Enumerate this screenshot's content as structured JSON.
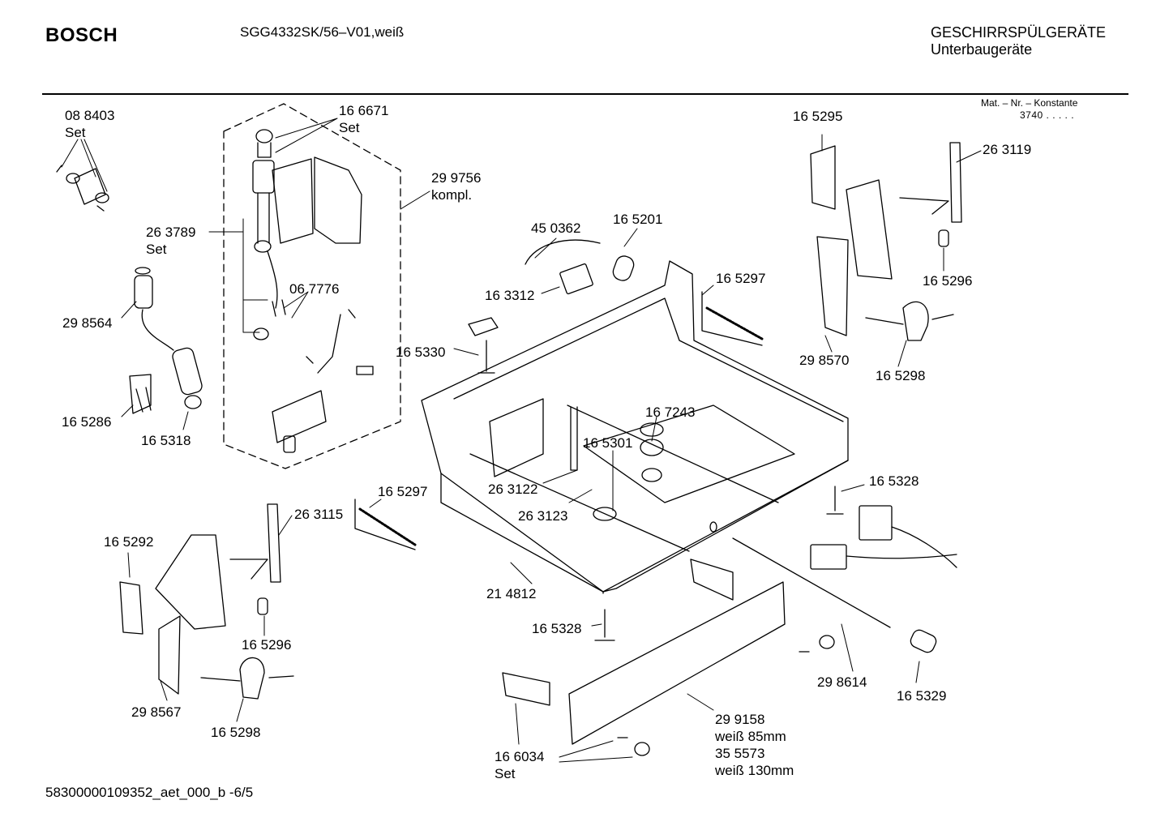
{
  "header": {
    "brand": "BOSCH",
    "model": "SGG4332SK/56–V01,weiß",
    "category_line1": "GESCHIRRSPÜLGERÄTE",
    "category_line2": "Unterbaugeräte",
    "mat_label": "Mat. – Nr. – Konstante",
    "mat_value": "3740 . . . . ."
  },
  "footer": {
    "doc_id": "58300000109352_aet_000_b  -6/5"
  },
  "parts": [
    {
      "id": "p088403",
      "lines": [
        "08 8403",
        "Set"
      ]
    },
    {
      "id": "p166671",
      "lines": [
        "16 6671",
        "Set"
      ]
    },
    {
      "id": "p299756",
      "lines": [
        "29 9756",
        "kompl."
      ]
    },
    {
      "id": "p263789",
      "lines": [
        "26 3789",
        "Set"
      ]
    },
    {
      "id": "p067776",
      "lines": [
        "06 7776"
      ]
    },
    {
      "id": "p298564",
      "lines": [
        "29 8564"
      ]
    },
    {
      "id": "p165286",
      "lines": [
        "16 5286"
      ]
    },
    {
      "id": "p165318",
      "lines": [
        "16 5318"
      ]
    },
    {
      "id": "p450362",
      "lines": [
        "45 0362"
      ]
    },
    {
      "id": "p165201",
      "lines": [
        "16 5201"
      ]
    },
    {
      "id": "p163312",
      "lines": [
        "16 3312"
      ]
    },
    {
      "id": "p165330",
      "lines": [
        "16 5330"
      ]
    },
    {
      "id": "p165297a",
      "lines": [
        "16 5297"
      ]
    },
    {
      "id": "p165295",
      "lines": [
        "16 5295"
      ]
    },
    {
      "id": "p263119",
      "lines": [
        "26 3119"
      ]
    },
    {
      "id": "p165296a",
      "lines": [
        "16 5296"
      ]
    },
    {
      "id": "p298570",
      "lines": [
        "29 8570"
      ]
    },
    {
      "id": "p165298a",
      "lines": [
        "16 5298"
      ]
    },
    {
      "id": "p167243",
      "lines": [
        "16 7243"
      ]
    },
    {
      "id": "p165301",
      "lines": [
        "16 5301"
      ]
    },
    {
      "id": "p263122",
      "lines": [
        "26 3122"
      ]
    },
    {
      "id": "p263123",
      "lines": [
        "26 3123"
      ]
    },
    {
      "id": "p165328a",
      "lines": [
        "16 5328"
      ]
    },
    {
      "id": "p165297b",
      "lines": [
        "16 5297"
      ]
    },
    {
      "id": "p263115",
      "lines": [
        "26 3115"
      ]
    },
    {
      "id": "p165292",
      "lines": [
        "16 5292"
      ]
    },
    {
      "id": "p214812",
      "lines": [
        "21 4812"
      ]
    },
    {
      "id": "p165328b",
      "lines": [
        "16 5328"
      ]
    },
    {
      "id": "p165296b",
      "lines": [
        "16 5296"
      ]
    },
    {
      "id": "p298567",
      "lines": [
        "29 8567"
      ]
    },
    {
      "id": "p165298b",
      "lines": [
        "16 5298"
      ]
    },
    {
      "id": "p298614",
      "lines": [
        "29 8614"
      ]
    },
    {
      "id": "p165329",
      "lines": [
        "16 5329"
      ]
    },
    {
      "id": "p299158",
      "lines": [
        "29 9158",
        "weiß 85mm",
        "35 5573",
        "weiß 130mm"
      ]
    },
    {
      "id": "p166034",
      "lines": [
        "16 6034",
        "Set"
      ]
    }
  ]
}
